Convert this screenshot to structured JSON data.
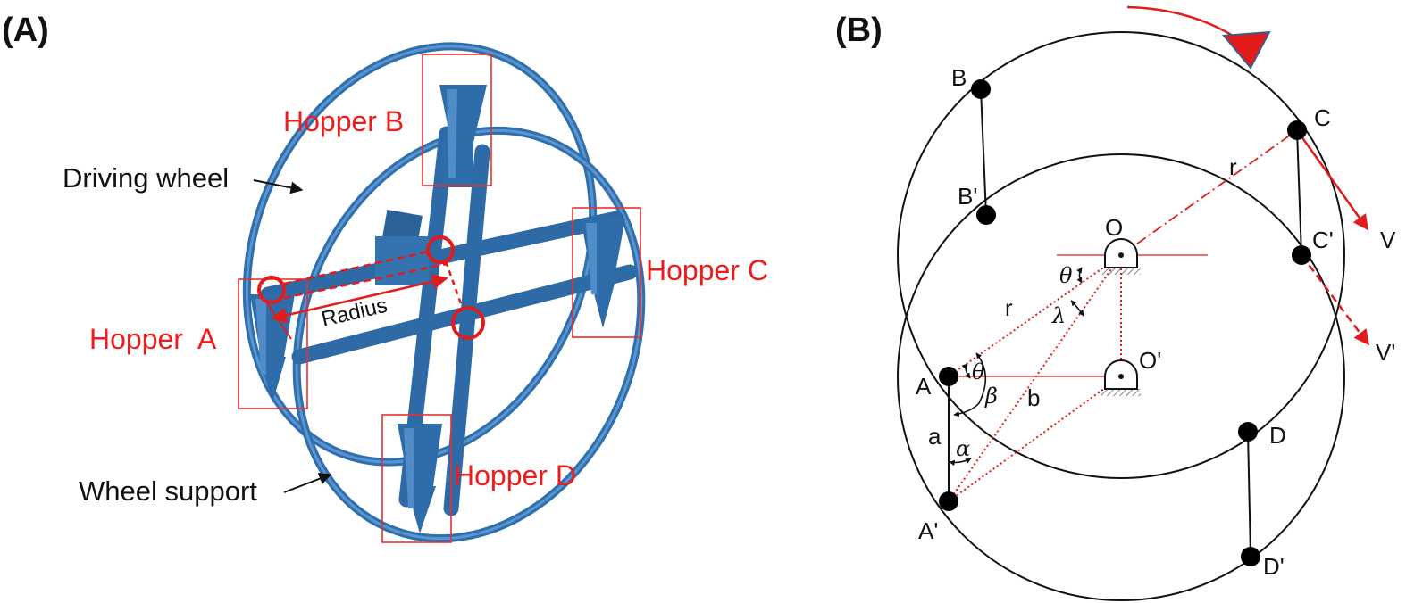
{
  "panels": {
    "a": {
      "label": "(A)",
      "hoppers": [
        "Hopper B",
        "Hopper C",
        "Hopper  A",
        "Hopper D"
      ],
      "parts": {
        "driving_wheel": "Driving wheel",
        "wheel_support": "Wheel support"
      },
      "radius_label": "Radius"
    },
    "b": {
      "label": "(B)",
      "points": {
        "B": "B",
        "B_prime": "B'",
        "C": "C",
        "C_prime": "C'",
        "O": "O",
        "O_prime": "O'",
        "A": "A",
        "A_prime": "A'",
        "D": "D",
        "D_prime": "D'"
      },
      "vectors": {
        "V": "V",
        "V_prime": "V'"
      },
      "lengths": {
        "r_top": "r",
        "r_left": "r",
        "a": "a",
        "b": "b"
      },
      "angles": {
        "theta_top": "θ",
        "lambda": "λ",
        "theta_A": "θ",
        "beta": "β",
        "alpha": "α"
      }
    }
  },
  "colors": {
    "annotation_red": "#ee1c1c",
    "machine_blue": "#2e6da9",
    "line_black": "#111111"
  }
}
